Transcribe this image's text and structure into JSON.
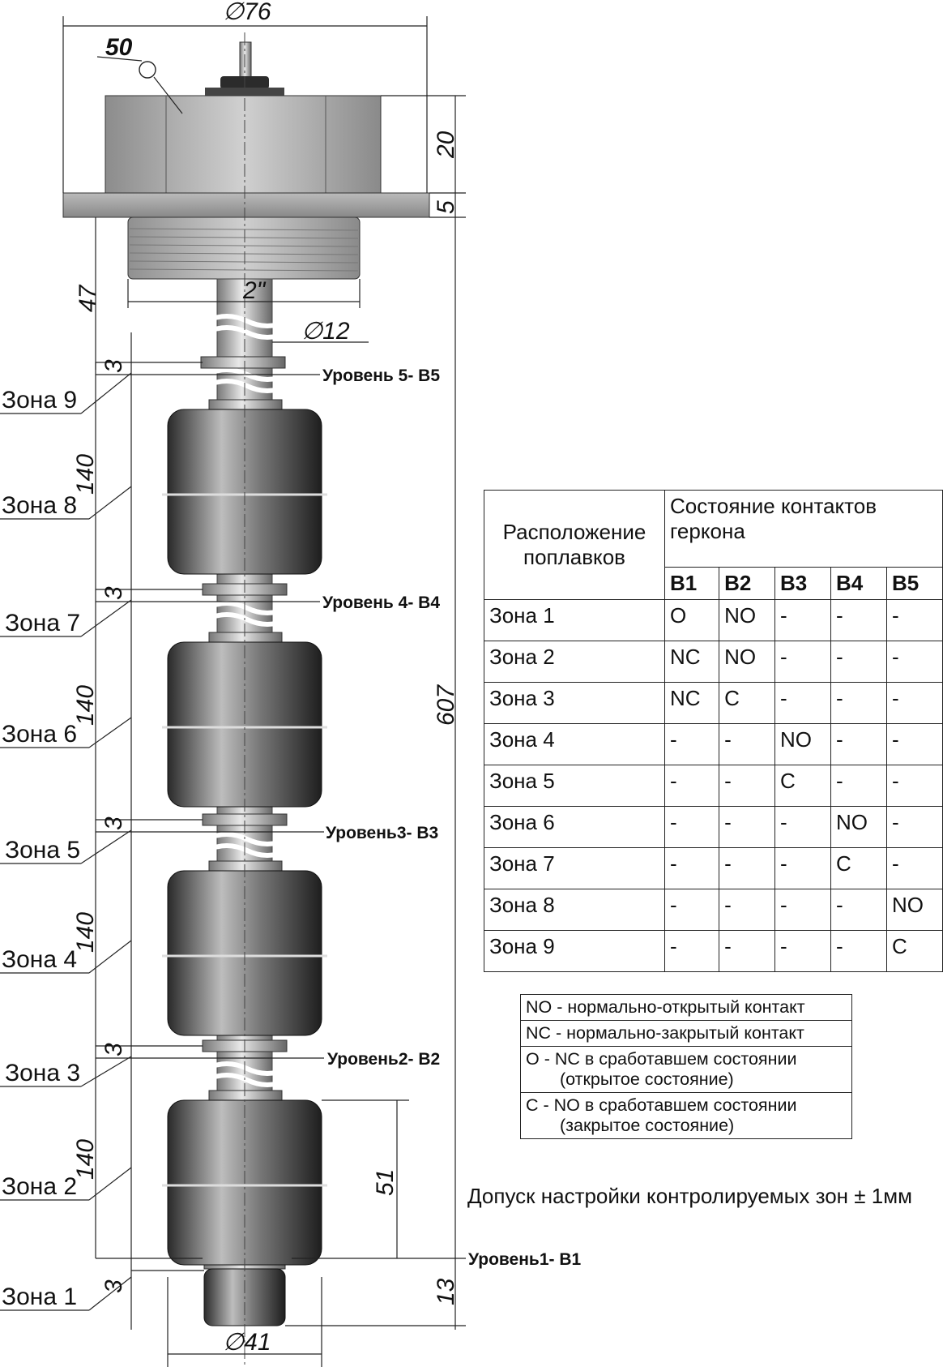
{
  "dimensions": {
    "outer_diameter": "∅76",
    "wrench_size": "50",
    "head_height": "20",
    "flange_thickness": "5",
    "mount_length": "47",
    "thread": "2\"",
    "rod_diameter": "∅12",
    "total_length": "607",
    "zone_height": "140",
    "gap": "3",
    "float_height": "51",
    "tip_length": "13",
    "float_diameter": "∅41"
  },
  "zones": [
    "Зона 9",
    "Зона 8",
    "Зона 7",
    "Зона 6",
    "Зона 5",
    "Зона 4",
    "Зона 3",
    "Зона 2",
    "Зона 1"
  ],
  "levels": [
    "Уровень 5- В5",
    "Уровень 4- В4",
    "Уровень3- В3",
    "Уровень2- В2",
    "Уровень1- В1"
  ],
  "table": {
    "col_position": "Расположение поплавков",
    "col_state": "Состояние контактов геркона",
    "columns": [
      "В1",
      "В2",
      "В3",
      "В4",
      "В5"
    ],
    "rows": [
      {
        "zone": "Зона 1",
        "values": [
          "O",
          "NO",
          "-",
          "-",
          "-"
        ]
      },
      {
        "zone": "Зона 2",
        "values": [
          "NC",
          "NO",
          "-",
          "-",
          "-"
        ]
      },
      {
        "zone": "Зона 3",
        "values": [
          "NC",
          "C",
          "-",
          "-",
          "-"
        ]
      },
      {
        "zone": "Зона 4",
        "values": [
          "-",
          "-",
          "NO",
          "-",
          "-"
        ]
      },
      {
        "zone": "Зона 5",
        "values": [
          "-",
          "-",
          "C",
          "-",
          "-"
        ]
      },
      {
        "zone": "Зона 6",
        "values": [
          "-",
          "-",
          "-",
          "NO",
          "-"
        ]
      },
      {
        "zone": "Зона 7",
        "values": [
          "-",
          "-",
          "-",
          "C",
          "-"
        ]
      },
      {
        "zone": "Зона 8",
        "values": [
          "-",
          "-",
          "-",
          "-",
          "NO"
        ]
      },
      {
        "zone": "Зона 9",
        "values": [
          "-",
          "-",
          "-",
          "-",
          "C"
        ]
      }
    ]
  },
  "legend": {
    "no": "NO - нормально-открытый контакт",
    "nc": "NC - нормально-закрытый контакт",
    "o_line1": "O - NC в сработавшем состоянии",
    "o_line2": "(открытое состояние)",
    "c_line1": "C - NO в сработавшем состоянии",
    "c_line2": "(закрытое состояние)"
  },
  "tolerance_note": "Допуск настройки контролируемых зон ± 1мм"
}
